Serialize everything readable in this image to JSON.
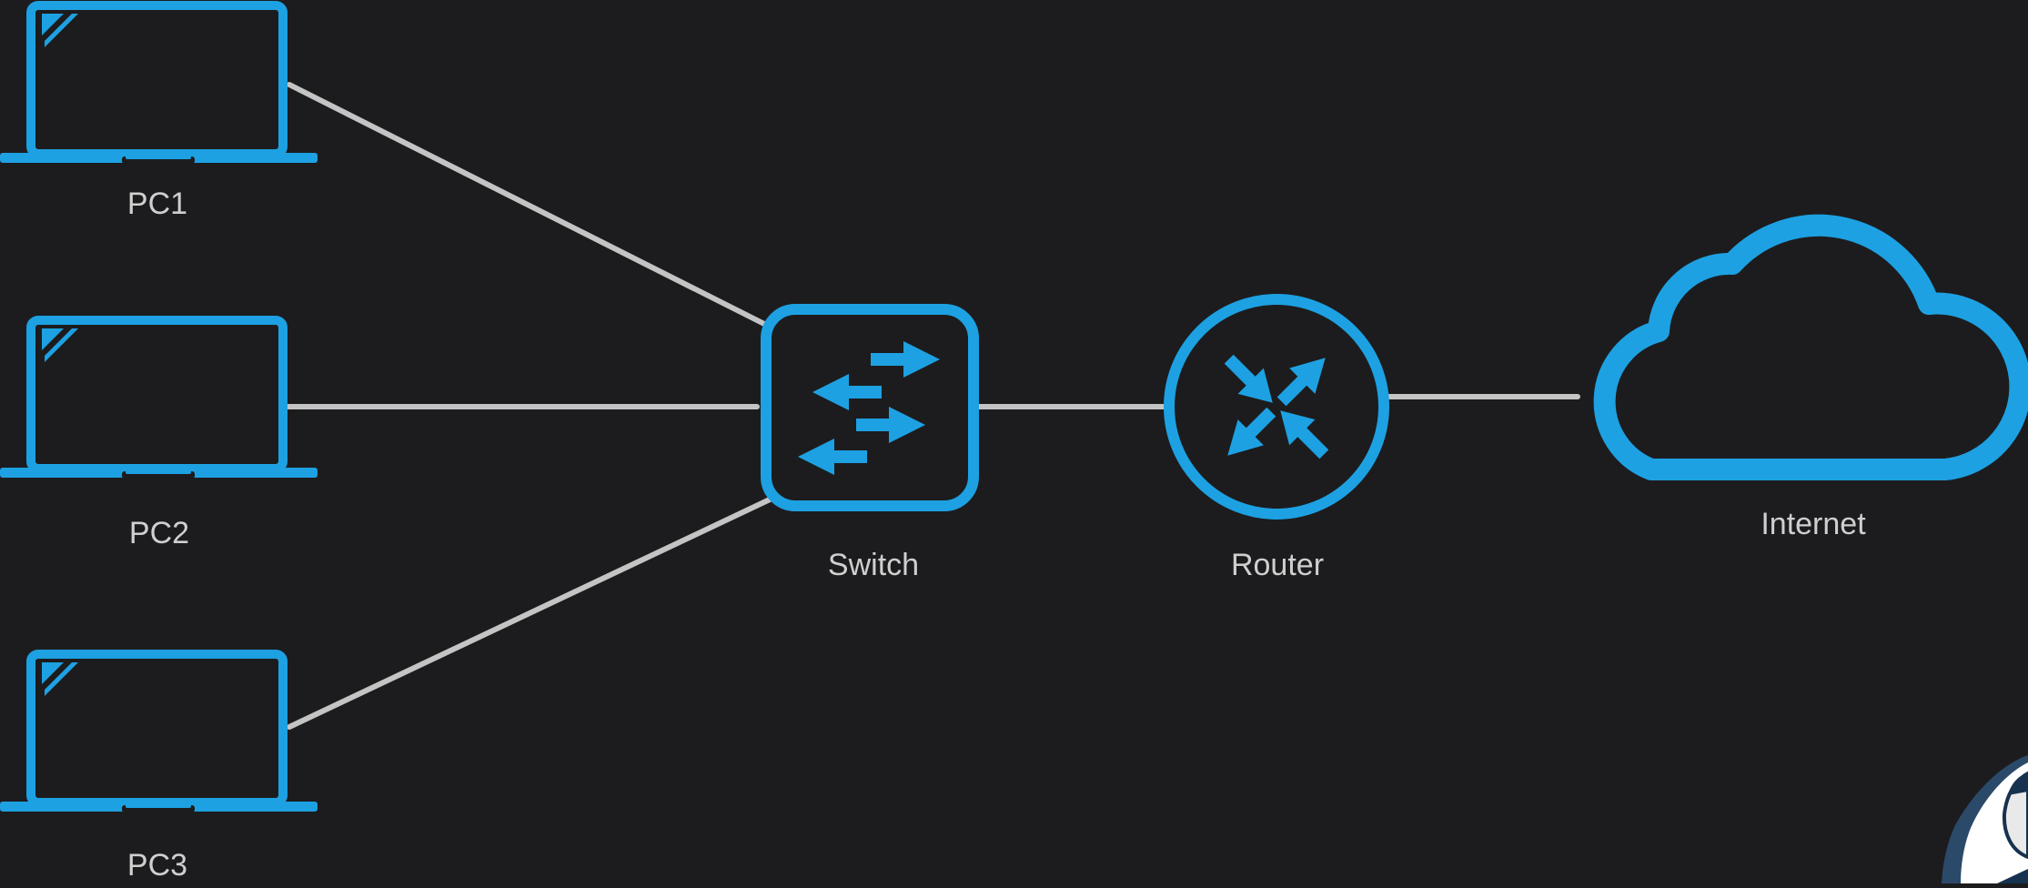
{
  "diagram": {
    "colors": {
      "background": "#1c1c1e",
      "device_blue": "#1da1e2",
      "link_gray": "#c4c4c4",
      "label_gray": "#cfcfcf"
    },
    "nodes": {
      "pc1": {
        "label": "PC1",
        "icon": "laptop-icon"
      },
      "pc2": {
        "label": "PC2",
        "icon": "laptop-icon"
      },
      "pc3": {
        "label": "PC3",
        "icon": "laptop-icon"
      },
      "switch": {
        "label": "Switch",
        "icon": "switch-icon"
      },
      "router": {
        "label": "Router",
        "icon": "router-icon"
      },
      "internet": {
        "label": "Internet",
        "icon": "cloud-icon"
      }
    },
    "links": [
      {
        "from": "PC1",
        "to": "Switch"
      },
      {
        "from": "PC2",
        "to": "Switch"
      },
      {
        "from": "PC3",
        "to": "Switch"
      },
      {
        "from": "Switch",
        "to": "Router"
      },
      {
        "from": "Router",
        "to": "Internet"
      }
    ],
    "watermark": {
      "icon": "presenter-avatar-icon"
    }
  }
}
